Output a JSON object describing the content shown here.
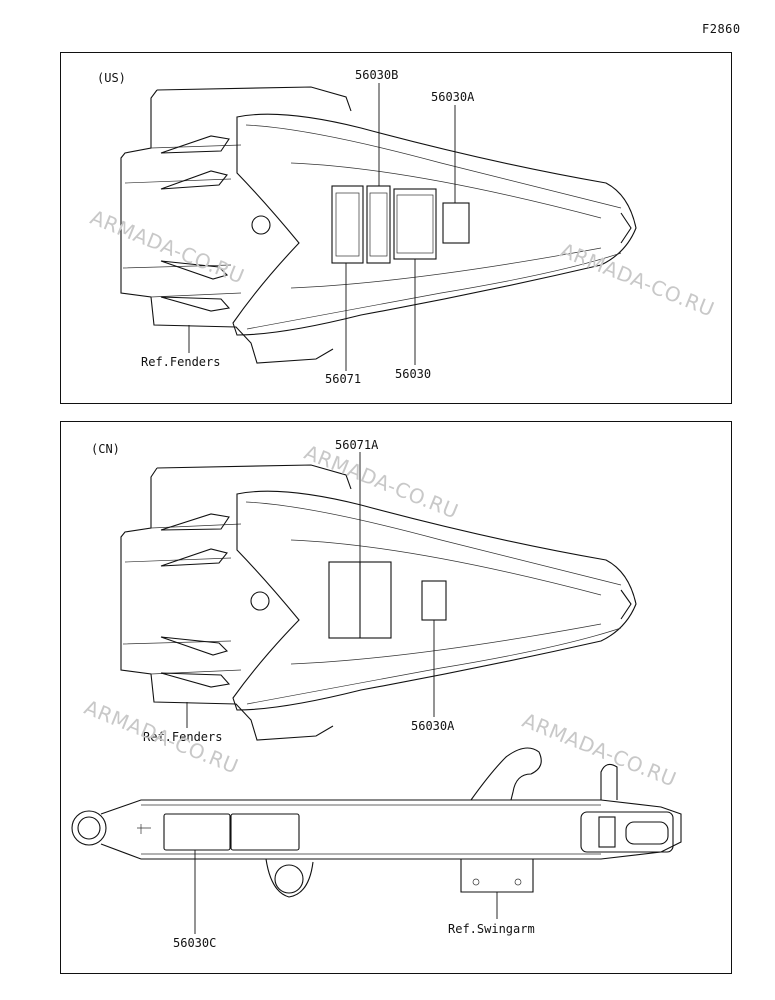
{
  "figure_id": "F2860",
  "watermark": "ARMADA-CO.RU",
  "panel_us": {
    "region": "(US)",
    "labels": {
      "p56030B": "56030B",
      "p56030A": "56030A",
      "p56071": "56071",
      "p56030": "56030",
      "ref_fenders": "Ref.Fenders"
    }
  },
  "panel_cn": {
    "region": "(CN)",
    "labels": {
      "p56071A": "56071A",
      "p56030A": "56030A",
      "ref_fenders": "Ref.Fenders",
      "p56030C": "56030C",
      "ref_swingarm": "Ref.Swingarm"
    }
  }
}
